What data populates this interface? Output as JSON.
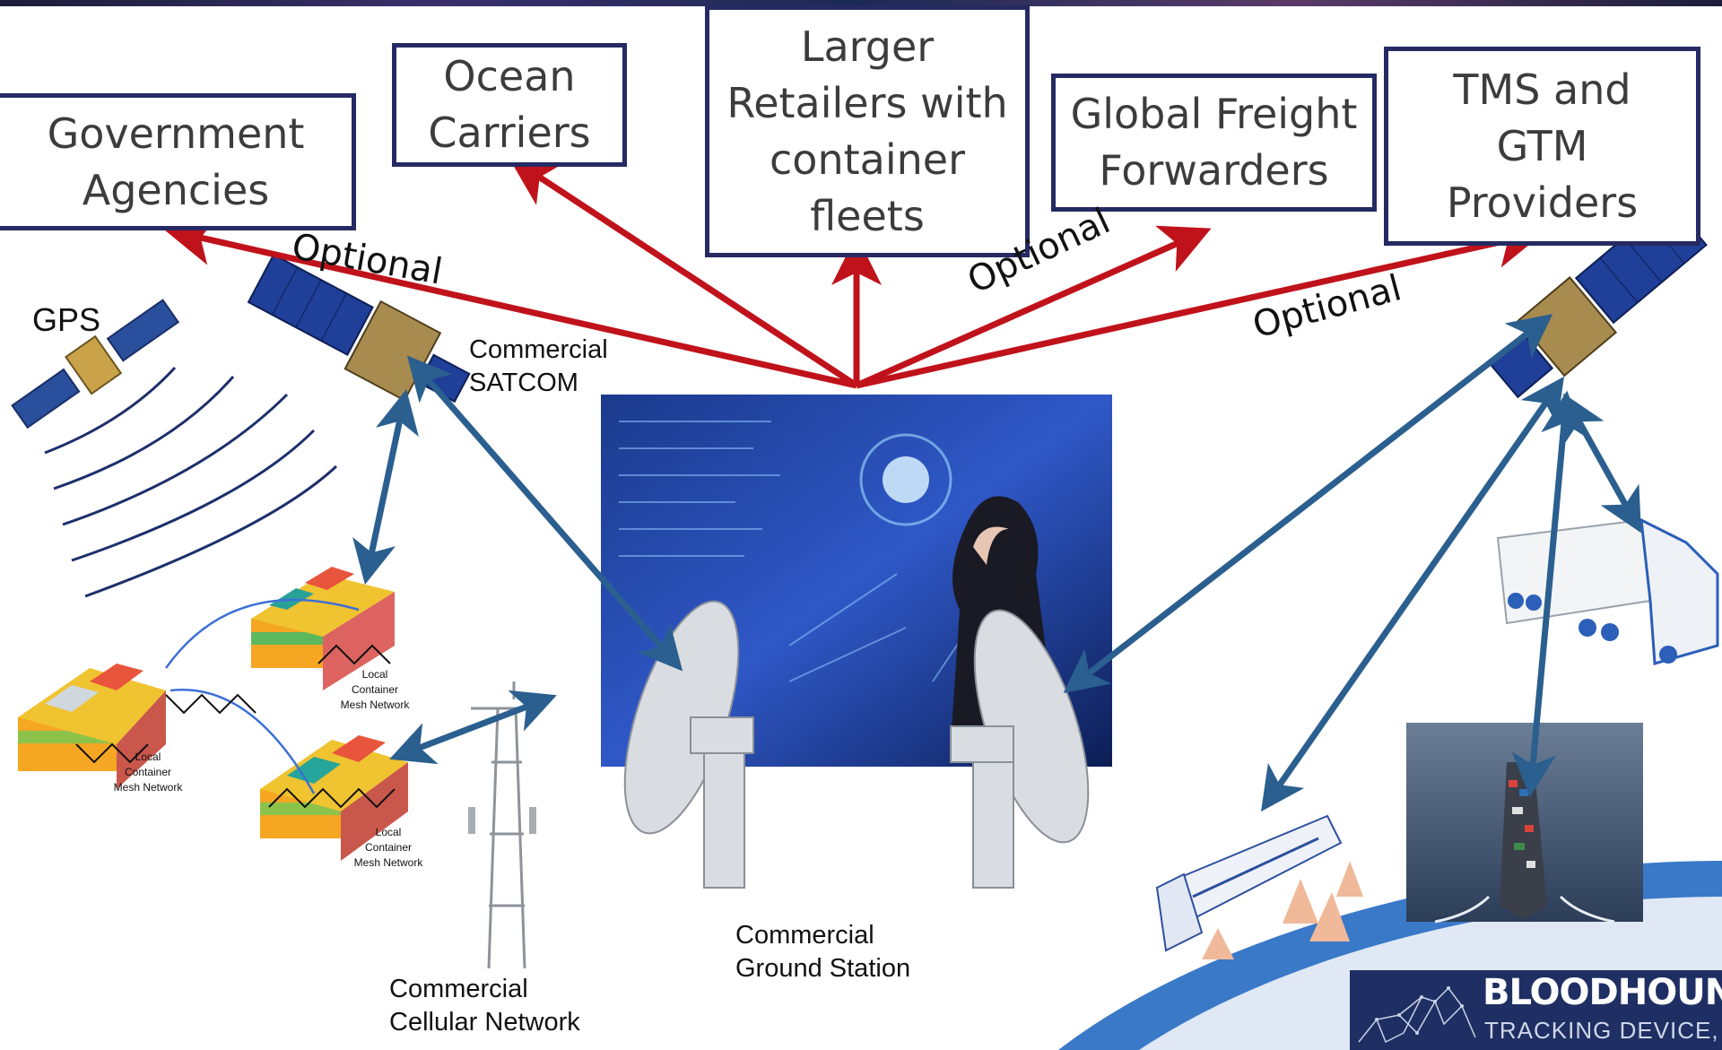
{
  "boxes": {
    "government": [
      "Government",
      "Agencies"
    ],
    "ocean": [
      "Ocean",
      "Carriers"
    ],
    "retailers": [
      "Larger",
      "Retailers with",
      "container",
      "fleets"
    ],
    "freight": [
      "Global Freight",
      "Forwarders"
    ],
    "tms": [
      "TMS and",
      "GTM",
      "Providers"
    ]
  },
  "optional_labels": [
    "Optional",
    "Optional",
    "Optional"
  ],
  "labels": {
    "gps": "GPS",
    "satcom": [
      "Commercial",
      "SATCOM"
    ],
    "ground_station": [
      "Commercial",
      "Ground Station"
    ],
    "cellular": [
      "Commercial",
      "Cellular Network"
    ]
  },
  "mesh_labels": [
    [
      "Local",
      "Container",
      "Mesh Network"
    ],
    [
      "Local",
      "Container",
      "Mesh Network"
    ],
    [
      "Local",
      "Container",
      "Mesh Network"
    ]
  ],
  "logo": {
    "name": "BLOODHOUND",
    "subtitle": "TRACKING DEVICE, INC."
  },
  "colors": {
    "red_arrow": "#c0121b",
    "blue_arrow": "#2a5f8f",
    "box_border": "#252a63",
    "logo_bg": "#1f2f63"
  }
}
